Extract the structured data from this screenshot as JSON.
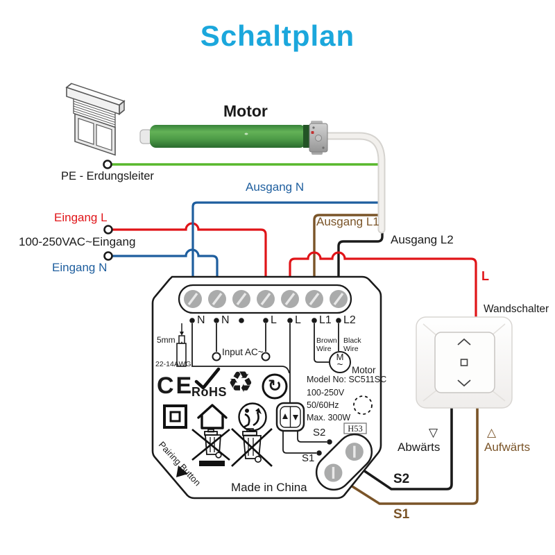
{
  "title": "Schaltplan",
  "colors": {
    "accent_cyan": "#1ba7dc",
    "wire_blue": "#1e5e9e",
    "wire_red": "#e01418",
    "wire_brown": "#7a5428",
    "wire_green": "#58b82c",
    "wire_black": "#1a1a1a",
    "motor_green": "#4d9b47"
  },
  "labels": {
    "motor": "Motor",
    "pe": "PE - Erdungsleiter",
    "ausgang_n": "Ausgang N",
    "eingang_l": "Eingang L",
    "vac_input": "100-250VAC~Eingang",
    "eingang_n": "Eingang N",
    "ausgang_l1": "Ausgang L1",
    "ausgang_l2": "Ausgang L2",
    "l": "L",
    "wandschalter": "Wandschalter",
    "abwaerts": "Abwärts",
    "aufwaerts": "Aufwärts",
    "tri_down": "▽",
    "tri_up": "△",
    "s2": "S2",
    "s1": "S1"
  },
  "device": {
    "terminals": [
      "N",
      "N",
      "L",
      "L",
      "L1",
      "L2"
    ],
    "input_ac": "Input AC~",
    "strip_length": "5mm",
    "wire_gauge": "22-14AWG",
    "brown_wire": "Brown Wire",
    "black_wire": "Black Wire",
    "motor_m": "M",
    "motor_tilde": "~",
    "motor_label": "Motor",
    "model": "Model No: SC511SC",
    "voltage": "100-250V",
    "frequency": "50/60Hz",
    "max_power": "Max. 300W",
    "h53": "H53",
    "ce": "CE",
    "rohs": "RoHS",
    "s2": "S2",
    "s1": "S1",
    "pairing_button": "Pairing Button",
    "made_in": "Made in China"
  },
  "icons": {
    "recycle": "♻",
    "green_dot_arrow": "↻"
  }
}
